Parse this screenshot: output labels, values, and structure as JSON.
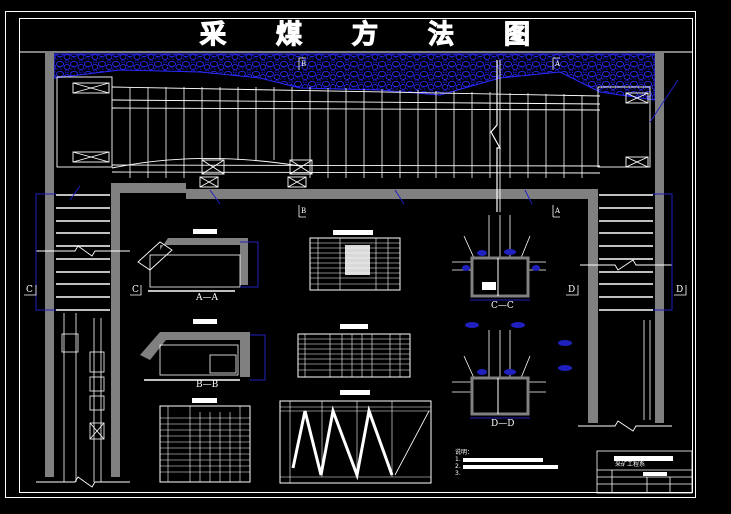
{
  "drawing": {
    "title_chars": [
      "采",
      "煤",
      "方",
      "法",
      "图"
    ],
    "title": "采煤方法图",
    "colors": {
      "background": "#000000",
      "line": "#ffffff",
      "pillar": "#808080",
      "rock_hatch": "#1a1aff",
      "dimension": "#2020c0"
    }
  },
  "section_markers": {
    "a_top": "A",
    "b_top": "B",
    "a_bottom": "A",
    "b_bottom": "B",
    "c_left": "C",
    "c_inner": "C",
    "d_inner": "D",
    "d_right": "D"
  },
  "views": {
    "aa": {
      "label": "A—A"
    },
    "bb": {
      "label": "B—B"
    },
    "cc": {
      "label": "C—C"
    },
    "dd": {
      "label": "D—D"
    }
  },
  "notes": {
    "heading": "说明：",
    "line1": "1.",
    "line2": "2.",
    "line3": "3."
  },
  "title_block": {
    "name": "采矿工程系"
  }
}
